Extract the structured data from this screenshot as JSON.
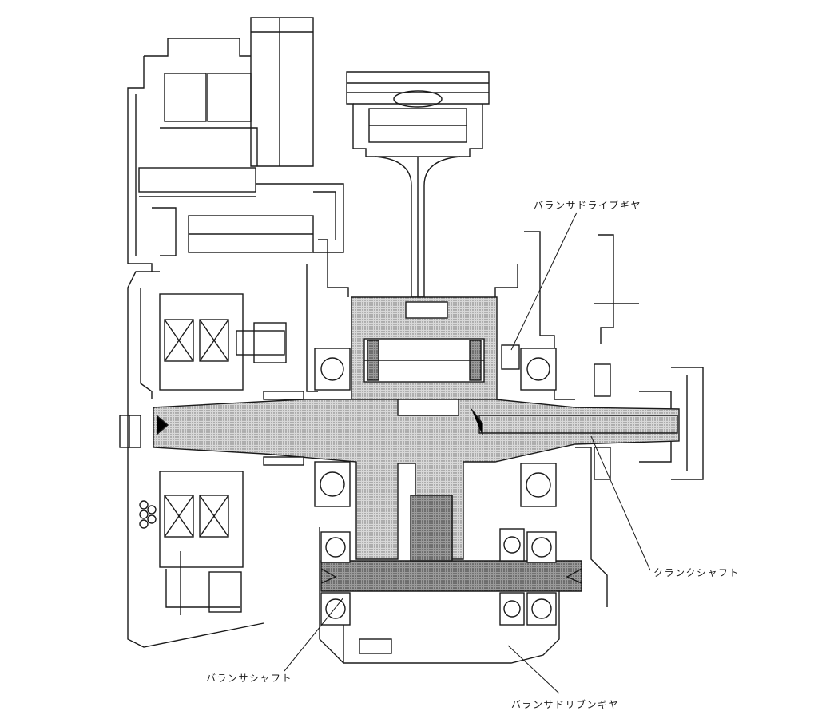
{
  "labels": {
    "balancer_drive_gear": "バランサドライブギヤ",
    "crankshaft": "クランクシャフト",
    "balancer_shaft": "バランサシャフト",
    "balancer_driven_gear": "バランサドリブンギヤ"
  },
  "colors": {
    "line": "#1a1a1a",
    "background": "#ffffff",
    "hatch_light": "#c9c9c9",
    "hatch_dark": "#8a8a8a"
  }
}
